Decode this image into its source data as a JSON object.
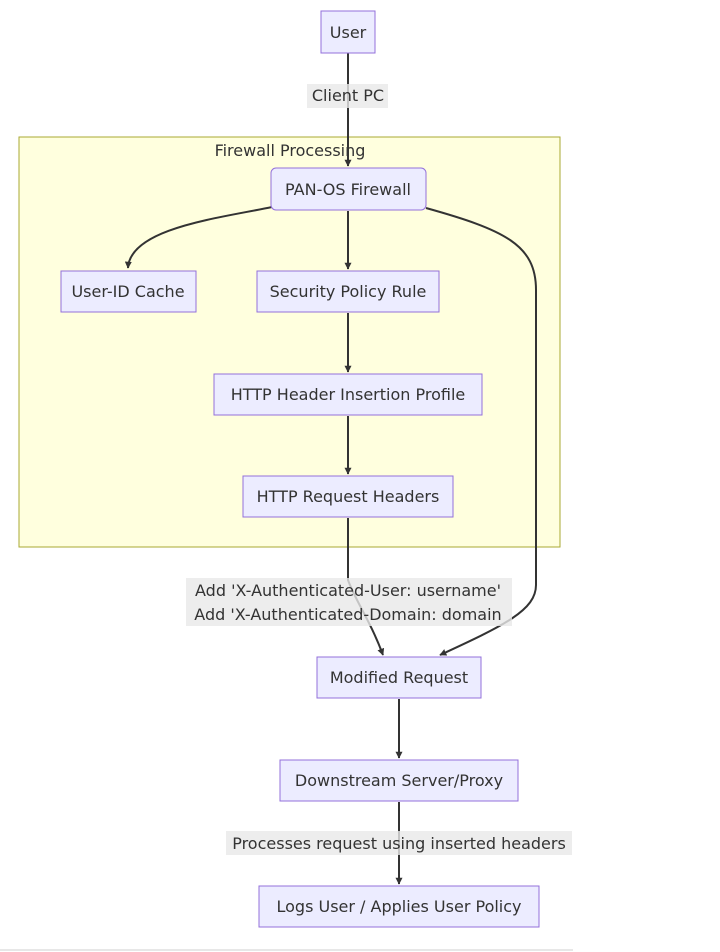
{
  "nodes": {
    "user": "User",
    "firewall": "PAN-OS Firewall",
    "userid_cache": "User-ID Cache",
    "security_rule": "Security Policy Rule",
    "header_profile": "HTTP Header Insertion Profile",
    "request_headers": "HTTP Request Headers",
    "modified_request": "Modified Request",
    "downstream": "Downstream Server/Proxy",
    "logs": "Logs User / Applies User Policy"
  },
  "cluster": {
    "title": "Firewall Processing"
  },
  "edge_labels": {
    "client_pc": "Client PC",
    "add_user": "Add 'X-Authenticated-User: username'",
    "add_domain": "Add 'X-Authenticated-Domain: domain",
    "processes": "Processes request using inserted headers"
  },
  "colors": {
    "node_fill": "#ececff",
    "node_stroke": "#9370db",
    "cluster_fill": "#ffffde",
    "cluster_stroke": "#aaaa33",
    "edge": "#333333",
    "label_bg": "#e8e8e8"
  }
}
